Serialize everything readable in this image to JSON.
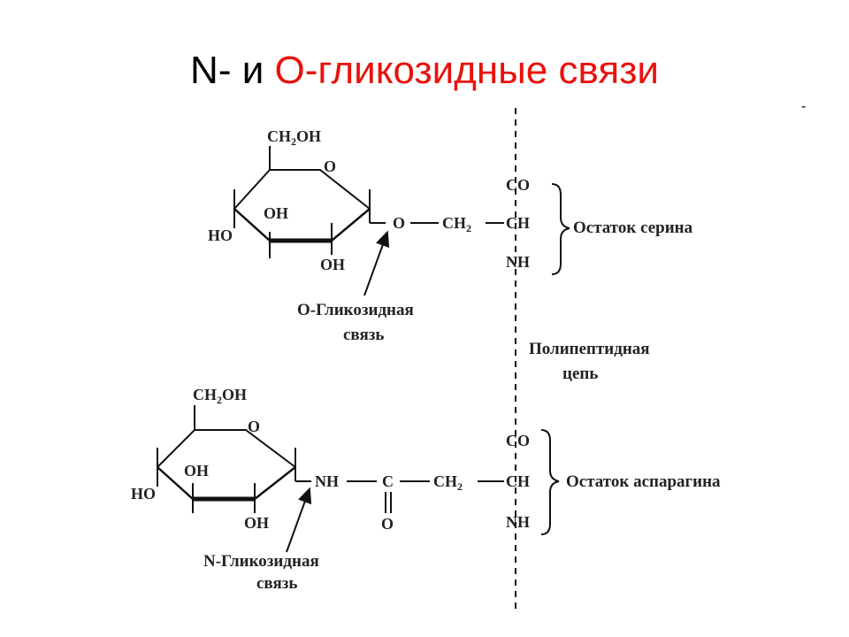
{
  "title": {
    "part1": "N- и ",
    "part2": "О-гликозидные связи"
  },
  "corner_mark": "-",
  "colors": {
    "title_black": "#000000",
    "title_red": "#e8120c",
    "lines": "#111111"
  },
  "polypeptide_label": [
    "Полипептидная",
    "цепь"
  ],
  "o_glycoside": {
    "ch2oh": "CH",
    "ch2oh_sub": "2",
    "ch2oh_tail": "OH",
    "ring_o": "O",
    "oh_upper": "OH",
    "oh_lower": "OH",
    "ho_left": "HO",
    "o_link": "O",
    "ch2": "CH",
    "ch2_sub": "2",
    "co": "CO",
    "ch": "CH",
    "nh": "NH",
    "residue_label": "Остаток серина",
    "bond_label": [
      "О-Гликозидная",
      "связь"
    ]
  },
  "n_glycoside": {
    "ch2oh": "CH",
    "ch2oh_sub": "2",
    "ch2oh_tail": "OH",
    "ring_o": "O",
    "oh_upper": "OH",
    "oh_lower": "OH",
    "ho_left": "HO",
    "nh_link": "NH",
    "c": "C",
    "o_double": "O",
    "ch2": "CH",
    "ch2_sub": "2",
    "co": "CO",
    "ch": "CH",
    "nh": "NH",
    "residue_label": "Остаток аспарагина",
    "bond_label": [
      "N-Гликозидная",
      "связь"
    ]
  }
}
